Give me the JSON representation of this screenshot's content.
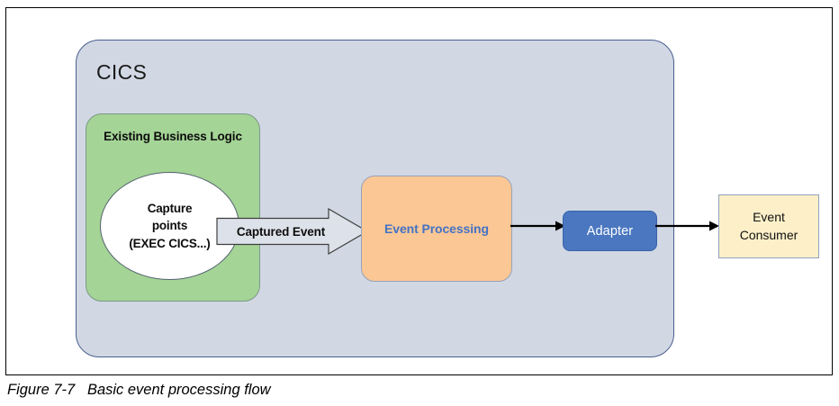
{
  "figure": {
    "caption_number": "Figure 7-7",
    "caption_text": "Basic event processing flow",
    "caption_full": "Figure 7-7   Basic event processing flow"
  },
  "diagram": {
    "type": "flow-diagram",
    "container": {
      "label": "CICS",
      "fill_color": "#d1d8e4",
      "border_color": "#4a5f8e"
    },
    "nodes": [
      {
        "id": "business-logic",
        "label": "Existing Business\nLogic",
        "shape": "rounded-rect",
        "fill_color": "#a4d496",
        "text_color": "#0d0d0d"
      },
      {
        "id": "capture-points",
        "label": "Capture\npoints\n(EXEC CICS...)",
        "shape": "ellipse",
        "fill_color": "#ffffff",
        "text_color": "#0d0d0d"
      },
      {
        "id": "event-processing",
        "label": "Event Processing",
        "shape": "rounded-rect",
        "fill_color": "#fbc795",
        "text_color": "#4472c4"
      },
      {
        "id": "adapter",
        "label": "Adapter",
        "shape": "rounded-rect",
        "fill_color": "#4a77c0",
        "text_color": "#ffffff"
      },
      {
        "id": "event-consumer",
        "label": "Event\nConsumer",
        "shape": "rect",
        "fill_color": "#fdf0c9",
        "text_color": "#101010"
      }
    ],
    "edges": [
      {
        "id": "captured-event",
        "from": "capture-points",
        "to": "event-processing",
        "label": "Captured Event",
        "style": "block-arrow",
        "fill_color": "#dde1e9"
      },
      {
        "id": "ep-to-adapter",
        "from": "event-processing",
        "to": "adapter",
        "label": "",
        "style": "line-arrow",
        "color": "#000000"
      },
      {
        "id": "adapter-to-consumer",
        "from": "adapter",
        "to": "event-consumer",
        "label": "",
        "style": "line-arrow",
        "color": "#000000"
      }
    ]
  }
}
